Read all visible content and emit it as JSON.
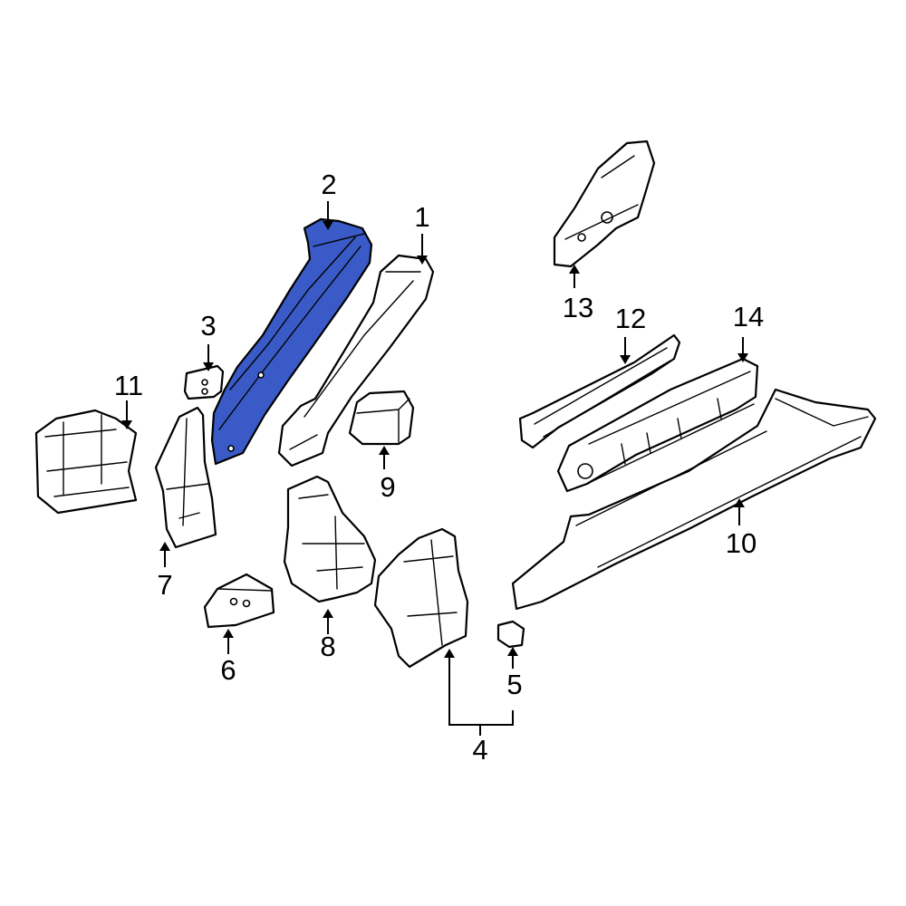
{
  "colors": {
    "highlight": "#3a5bc7",
    "line": "#000000",
    "part_fill": "#ffffff",
    "background": "#ffffff"
  },
  "callouts": {
    "c1": "1",
    "c2": "2",
    "c3": "3",
    "c4": "4",
    "c5": "5",
    "c6": "6",
    "c7": "7",
    "c8": "8",
    "c9": "9",
    "c10": "10",
    "c11": "11",
    "c12": "12",
    "c13": "13",
    "c14": "14"
  },
  "highlighted_part": "2"
}
